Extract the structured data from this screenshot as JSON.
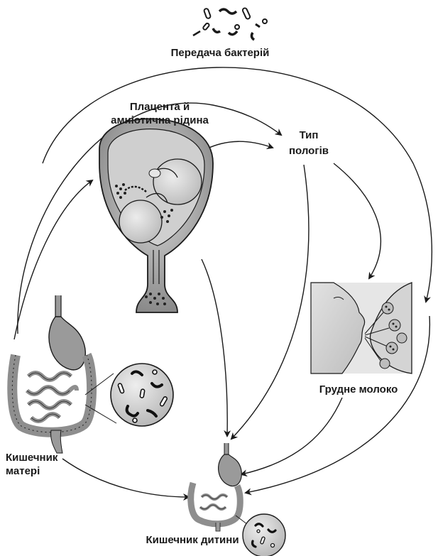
{
  "diagram": {
    "title": "Передача бактерій",
    "placenta_line1": "Плацента й",
    "placenta_line2": "амніотична рідина",
    "delivery_line1": "Тип",
    "delivery_line2": "пологів",
    "breast_milk": "Грудне молоко",
    "maternal_line1": "Кишечник",
    "maternal_line2": "матері",
    "infant_gut": "Кишечник дитини"
  },
  "colors": {
    "stroke": "#1a1a1a",
    "uterus_wall": "#7f7f7f",
    "uterus_inner": "#c9c9c9",
    "fetus": "#d9d9d9",
    "organ": "#9a9a9a",
    "organ_light": "#c4c4c4",
    "lens": "#d4d4d4",
    "bacteria": "#222222",
    "breast_panel": "#cfcfcf"
  }
}
